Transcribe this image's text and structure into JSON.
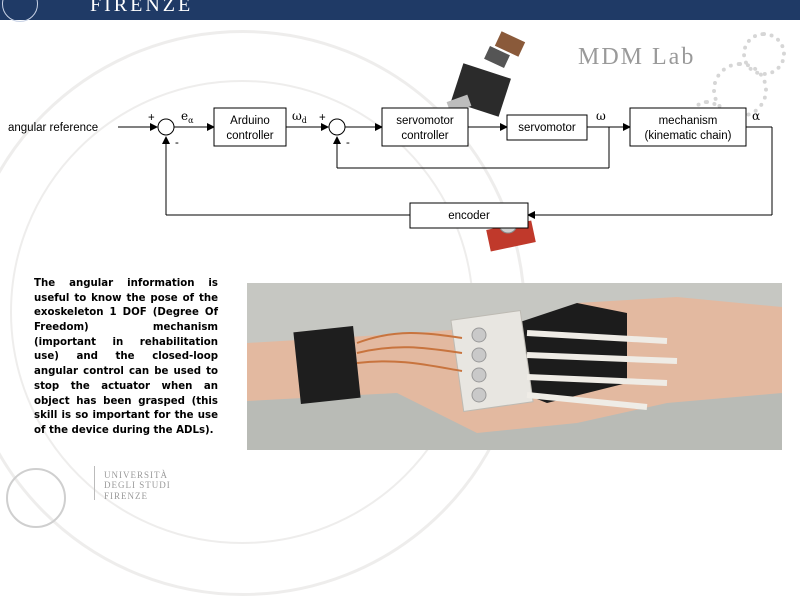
{
  "header": {
    "title": "FIRENZE"
  },
  "logo": {
    "lab": "MDM Lab"
  },
  "diagram": {
    "input_label": "angular reference",
    "error_label": "e",
    "error_sub": "α",
    "sum1_plus": "+",
    "sum1_minus": "-",
    "arduino_line1": "Arduino",
    "arduino_line2": "controller",
    "omega_d": "ω",
    "omega_d_sub": "d",
    "sum2_plus": "+",
    "sum2_minus": "-",
    "servo_ctrl_line1": "servomotor",
    "servo_ctrl_line2": "controller",
    "servomotor": "servomotor",
    "omega": "ω",
    "mechanism_line1": "mechanism",
    "mechanism_line2": "(kinematic chain)",
    "alpha": "α",
    "encoder": "encoder"
  },
  "description": "The angular information is useful to know the pose of the exoskeleton 1 DOF (Degree Of Freedom) mechanism (important in rehabilitation use) and the closed-loop angular control can be used to stop the actuator when an object has been grasped (this skill is so important for the use of the device during the ADLs).",
  "footer": {
    "line1": "UNIVERSITÀ",
    "line2": "DEGLI STUDI",
    "line3": "FIRENZE"
  }
}
